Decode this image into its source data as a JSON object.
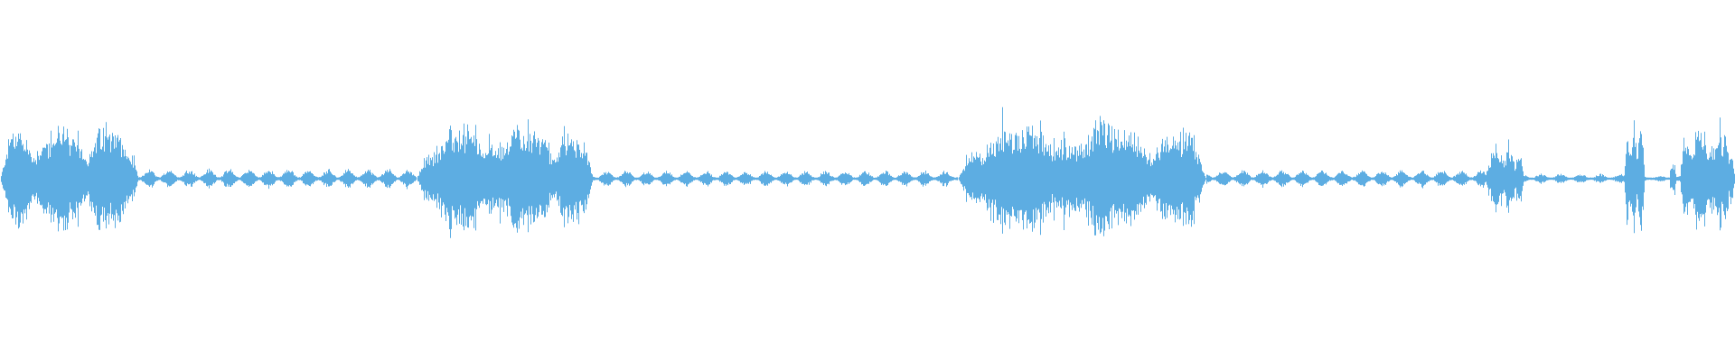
{
  "waveform": {
    "color": "#5DADE2",
    "background": "#ffffff",
    "samples_per_pixel": 1,
    "segments": [
      {
        "start": 0.0,
        "end": 0.08,
        "level": 0.8,
        "type": "voice"
      },
      {
        "start": 0.08,
        "end": 0.24,
        "level": 0.1,
        "type": "pulses"
      },
      {
        "start": 0.24,
        "end": 0.342,
        "level": 0.8,
        "type": "voice"
      },
      {
        "start": 0.342,
        "end": 0.552,
        "level": 0.08,
        "type": "pulses"
      },
      {
        "start": 0.552,
        "end": 0.695,
        "level": 0.85,
        "type": "voice"
      },
      {
        "start": 0.695,
        "end": 0.856,
        "level": 0.09,
        "type": "pulses"
      },
      {
        "start": 0.856,
        "end": 0.878,
        "level": 0.5,
        "type": "voice"
      },
      {
        "start": 0.878,
        "end": 0.936,
        "level": 0.05,
        "type": "pulses"
      },
      {
        "start": 0.936,
        "end": 0.948,
        "level": 0.75,
        "type": "voice"
      },
      {
        "start": 0.948,
        "end": 0.962,
        "level": 0.03,
        "type": "pulses"
      },
      {
        "start": 0.962,
        "end": 0.966,
        "level": 0.3,
        "type": "voice"
      },
      {
        "start": 0.966,
        "end": 0.968,
        "level": 0.03,
        "type": "pulses"
      },
      {
        "start": 0.968,
        "end": 1.0,
        "level": 0.78,
        "type": "voice"
      }
    ]
  }
}
